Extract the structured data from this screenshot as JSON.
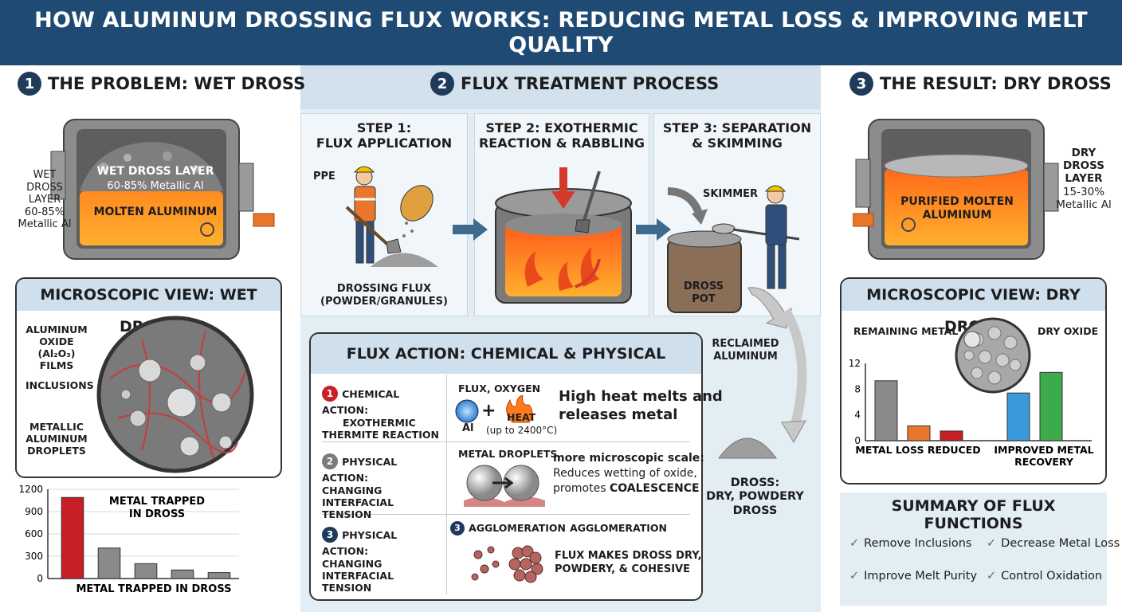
{
  "title": "HOW ALUMINUM DROSSING FLUX WORKS: REDUCING METAL LOSS & IMPROVING MELT QUALITY",
  "sections": {
    "problem": {
      "num": "1",
      "title": "THE PROBLEM: WET DROSS"
    },
    "process": {
      "num": "2",
      "title": "FLUX TREATMENT PROCESS"
    },
    "result": {
      "num": "3",
      "title": "THE RESULT: DRY DROSS"
    }
  },
  "problem": {
    "furnace_layer": "WET DROSS LAYER",
    "furnace_layer_pct": "60-85% Metallic Al",
    "molten": "MOLTEN ALUMINUM",
    "side_label": [
      "WET",
      "DROSS",
      "LAYER",
      "60-85%",
      "Metallic Al"
    ],
    "micro_title": "MICROSCOPIC VIEW: WET DROSS",
    "micro_labels": {
      "oxide": [
        "ALUMINUM",
        "OXIDE",
        "(Al₂O₃) FILMS"
      ],
      "inclusions": "INCLUSIONS",
      "droplets": [
        "METALLIC",
        "ALUMINUM",
        "DROPLETS"
      ]
    }
  },
  "process": {
    "steps": [
      {
        "title": [
          "STEP 1:",
          "FLUX APPLICATION"
        ],
        "labels": {
          "ppe": "PPE",
          "flux": [
            "DROSSING FLUX",
            "(POWDER/GRANULES)"
          ]
        }
      },
      {
        "title": [
          "STEP 2: EXOTHERMIC",
          "REACTION & RABBLING"
        ]
      },
      {
        "title": [
          "STEP 3: SEPARATION",
          "& SKIMMING"
        ],
        "labels": {
          "skimmer": "SKIMMER",
          "pot": "DROSS POT"
        }
      }
    ],
    "reclaimed": [
      "RECLAIMED",
      "ALUMINUM"
    ],
    "dross_out": [
      "DROSS:",
      "DRY, POWDERY",
      "DROSS"
    ],
    "action_box": {
      "title": "FLUX ACTION: CHEMICAL & PHYSICAL",
      "rows": [
        {
          "num": "1",
          "name": [
            "CHEMICAL ACTION:",
            "EXOTHERMIC",
            "THERMITE REACTION"
          ],
          "top": "FLUX, OXYGEN",
          "al": "Al",
          "plus": "+",
          "heat": "HEAT",
          "heat_note": "(up to 2400°C)",
          "desc": [
            "High heat melts and",
            "releases metal"
          ]
        },
        {
          "num": "2",
          "name": [
            "PHYSICAL ACTION:",
            "CHANGING INTERFACIAL",
            "TENSION"
          ],
          "top": "METAL DROPLETS",
          "desc_bold": "more microscopic scale:",
          "desc": [
            "Reduces wetting of oxide,"
          ],
          "desc_last": "promotes ",
          "desc_emph": "COALESCENCE"
        },
        {
          "num": "3",
          "name": [
            "PHYSICAL ACTION:",
            "CHANGING INTERFACIAL",
            "TENSION"
          ],
          "top": "AGGLOMERATION",
          "top2": "AGGLOMERATION",
          "desc": [
            "FLUX MAKES DROSS DRY,",
            "POWDERY, & COHESIVE"
          ]
        }
      ]
    }
  },
  "result": {
    "molten": [
      "PURIFIED MOLTEN",
      "ALUMINUM"
    ],
    "side_label": [
      "DRY",
      "DROSS",
      "LAYER",
      "15-30%",
      "Metallic Al"
    ],
    "micro_title": "MICROSCOPIC VIEW: DRY DROSS",
    "remaining": "REMAINING METAL",
    "dry_oxide": "DRY OXIDE",
    "summary_title": "SUMMARY OF FLUX FUNCTIONS",
    "summary": [
      "Remove Inclusions",
      "Decrease Metal Loss",
      "Improve Melt Purity",
      "Control Oxidation"
    ]
  },
  "chart_data": [
    {
      "type": "bar",
      "title": [
        "METAL TRAPPED",
        "IN DROSS"
      ],
      "xlabel": "METAL TRAPPED IN DROSS",
      "ylim": [
        0,
        1200
      ],
      "yticks": [
        0,
        300,
        600,
        900,
        1200
      ],
      "values": [
        1090,
        410,
        200,
        115,
        80
      ],
      "colors": [
        "#c62026",
        "#8a8a8a",
        "#8a8a8a",
        "#8a8a8a",
        "#8a8a8a"
      ]
    },
    {
      "type": "bar",
      "ylim": [
        0,
        12
      ],
      "yticks": [
        0,
        4,
        8,
        12
      ],
      "groups": [
        {
          "label": "METAL LOSS REDUCED",
          "values": [
            9.3,
            2.3,
            1.5
          ],
          "colors": [
            "#8a8a8a",
            "#e8762b",
            "#c62026"
          ]
        },
        {
          "label": [
            "IMPROVED METAL",
            "RECOVERY"
          ],
          "values": [
            7.4,
            10.6
          ],
          "colors": [
            "#3a9ad9",
            "#3cab4b"
          ]
        }
      ]
    }
  ]
}
